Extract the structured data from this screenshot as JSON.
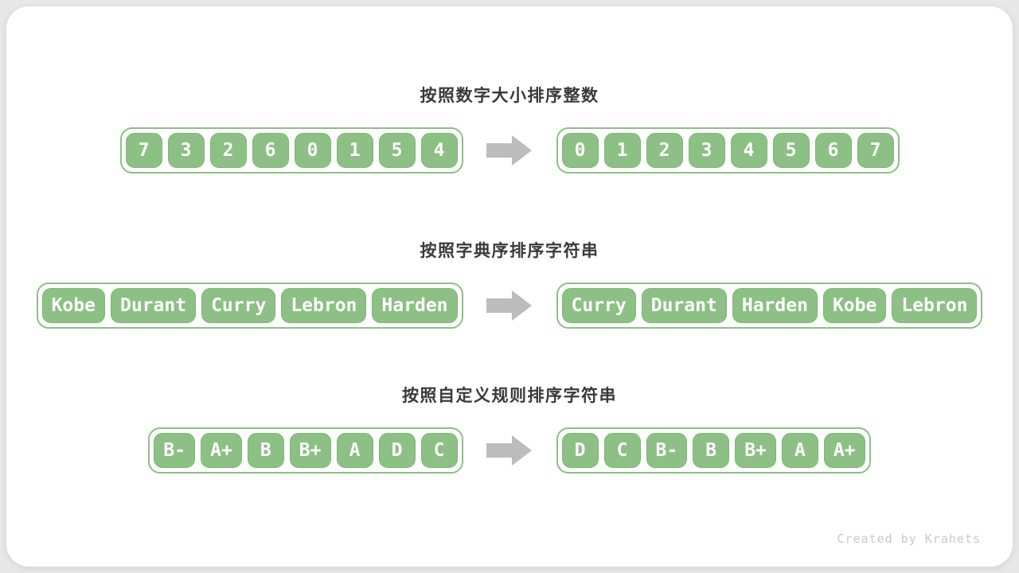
{
  "colors": {
    "green": "#8CC084",
    "green-border": "#7FB577",
    "arrow": "#BCBCBC",
    "title": "#3A3A3A",
    "box-text": "#FFFFFF",
    "footer": "#C9C9C9",
    "page-bg": "#E8E8E8",
    "card-bg": "#FFFFFF"
  },
  "sections": [
    {
      "title": "按照数字大小排序整数",
      "before": [
        "7",
        "3",
        "2",
        "6",
        "0",
        "1",
        "5",
        "4"
      ],
      "after": [
        "0",
        "1",
        "2",
        "3",
        "4",
        "5",
        "6",
        "7"
      ]
    },
    {
      "title": "按照字典序排序字符串",
      "before": [
        "Kobe",
        "Durant",
        "Curry",
        "Lebron",
        "Harden"
      ],
      "after": [
        "Curry",
        "Durant",
        "Harden",
        "Kobe",
        "Lebron"
      ]
    },
    {
      "title": "按照自定义规则排序字符串",
      "before": [
        "B-",
        "A+",
        "B",
        "B+",
        "A",
        "D",
        "C"
      ],
      "after": [
        "D",
        "C",
        "B-",
        "B",
        "B+",
        "A",
        "A+"
      ]
    }
  ],
  "footer": {
    "credit": "Created by Krahets"
  }
}
